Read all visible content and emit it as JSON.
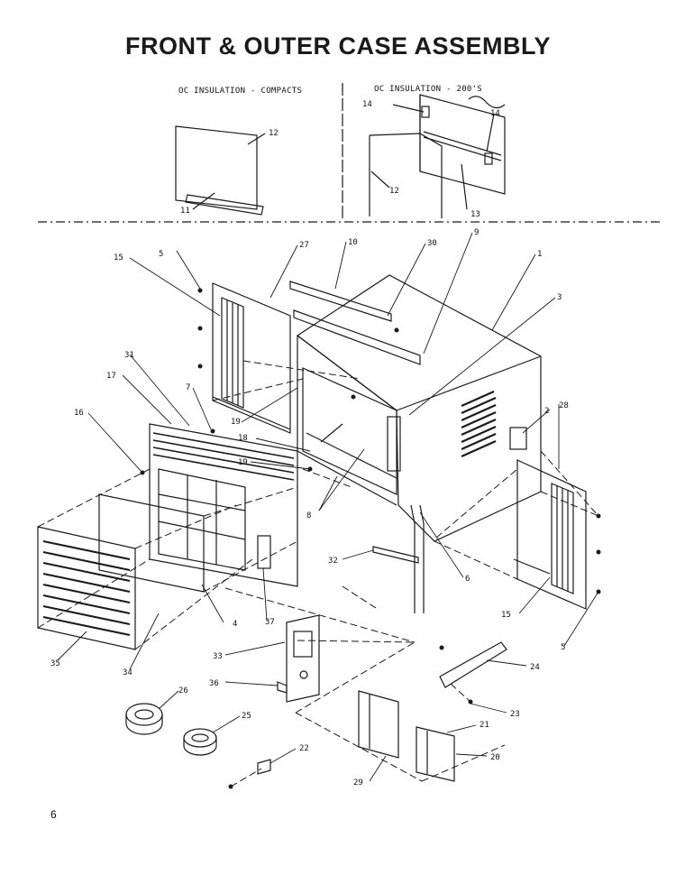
{
  "title": "FRONT & OUTER CASE ASSEMBLY",
  "page_number": "6",
  "sections": {
    "left": "OC INSULATION - COMPACTS",
    "right": "OC INSULATION - 200'S"
  },
  "callouts": {
    "c1": "1",
    "c2": "2",
    "c3": "3",
    "c4": "4",
    "c5a": "5",
    "c5b": "5",
    "c6": "6",
    "c7": "7",
    "c8": "8",
    "c9": "9",
    "c10": "10",
    "c11": "11",
    "c12a": "12",
    "c12b": "12",
    "c13": "13",
    "c14a": "14",
    "c14b": "14",
    "c15a": "15",
    "c15b": "15",
    "c16": "16",
    "c17": "17",
    "c18": "18",
    "c19a": "19",
    "c19b": "19",
    "c20": "20",
    "c21": "21",
    "c22": "22",
    "c23": "23",
    "c24": "24",
    "c25": "25",
    "c26": "26",
    "c27": "27",
    "c28": "28",
    "c29": "29",
    "c30": "30",
    "c31": "31",
    "c32": "32",
    "c33": "33",
    "c34": "34",
    "c35": "35",
    "c36": "36",
    "c37": "37"
  }
}
